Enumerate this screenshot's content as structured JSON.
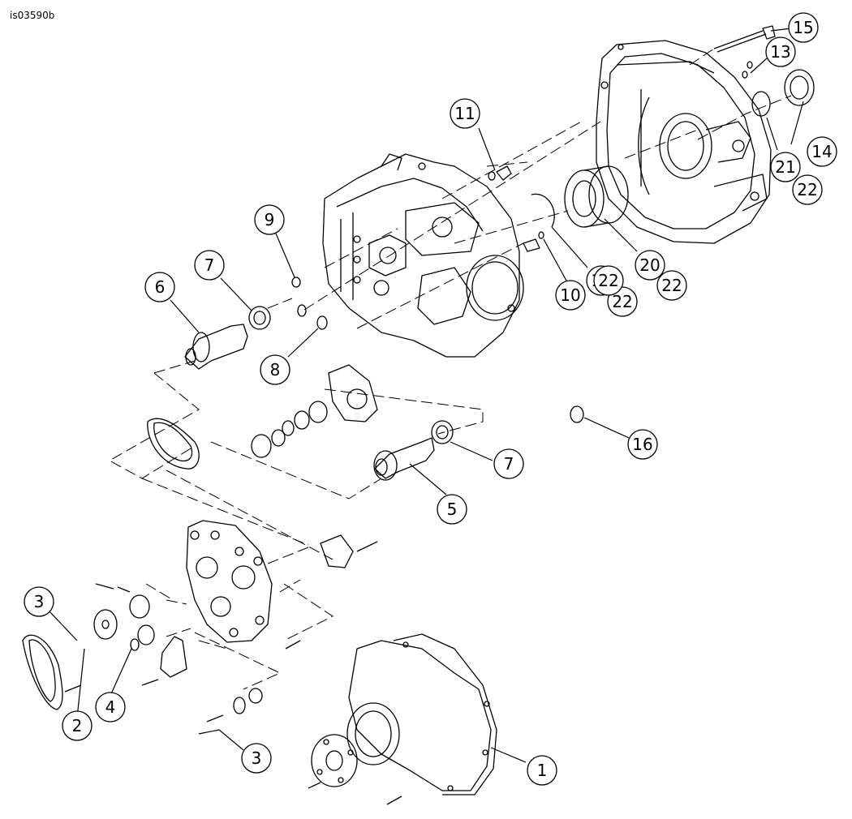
{
  "figure_id": "is03590b",
  "callouts": [
    "1",
    "2",
    "3",
    "3",
    "4",
    "5",
    "6",
    "7",
    "7",
    "8",
    "9",
    "10",
    "11",
    "12",
    "13",
    "14",
    "15",
    "16",
    "20",
    "21",
    "22",
    "22",
    "22",
    "22"
  ],
  "colors": {
    "line": "#000000",
    "fill": "#ffffff"
  }
}
